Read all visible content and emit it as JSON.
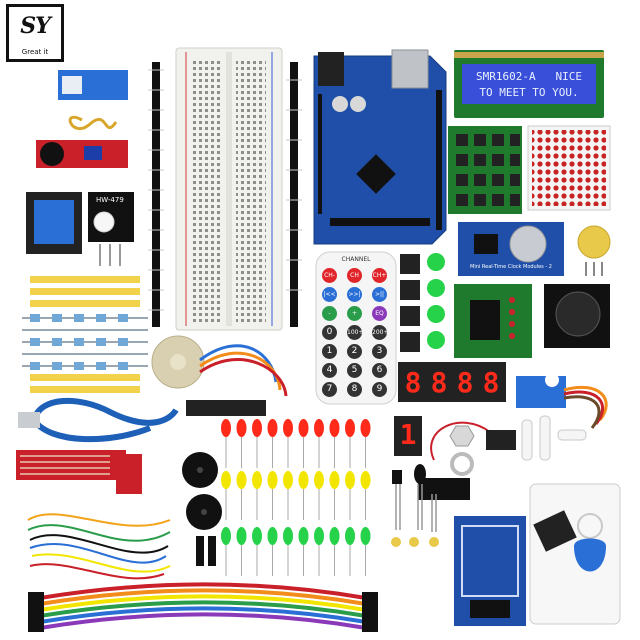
{
  "logo": {
    "mark": "SY",
    "tagline": "Great it"
  },
  "lcd": {
    "line1": "SMR1602-A   NICE",
    "line2": "TO MEET TO YOU."
  },
  "remote": {
    "header": "CHANNEL",
    "keys": [
      "CH-",
      "CH",
      "CH+",
      "|<<",
      ">>|",
      ">||",
      "-",
      "+",
      "EQ",
      "0",
      "100+",
      "200+",
      "1",
      "2",
      "3",
      "4",
      "5",
      "6",
      "7",
      "8",
      "9"
    ]
  },
  "seven_segment": {
    "four_digit": [
      "8",
      "8",
      "8",
      "8"
    ],
    "single_digit": "1"
  },
  "rtc_module_label": "Mini Real-Time Clock Modules - 2",
  "sensor_label": "HW-479",
  "colors": {
    "pcb_blue": "#1f4fa8",
    "pcb_red": "#c9202a",
    "pcb_green": "#1f7a2e",
    "led_red": "#ff2a1a",
    "led_yellow": "#f2e600",
    "led_green": "#26d24a"
  },
  "icons": [
    "rfid-tag-icon",
    "servo-icon",
    "buzzer-icon",
    "joystick-icon",
    "potentiometer-icon"
  ]
}
